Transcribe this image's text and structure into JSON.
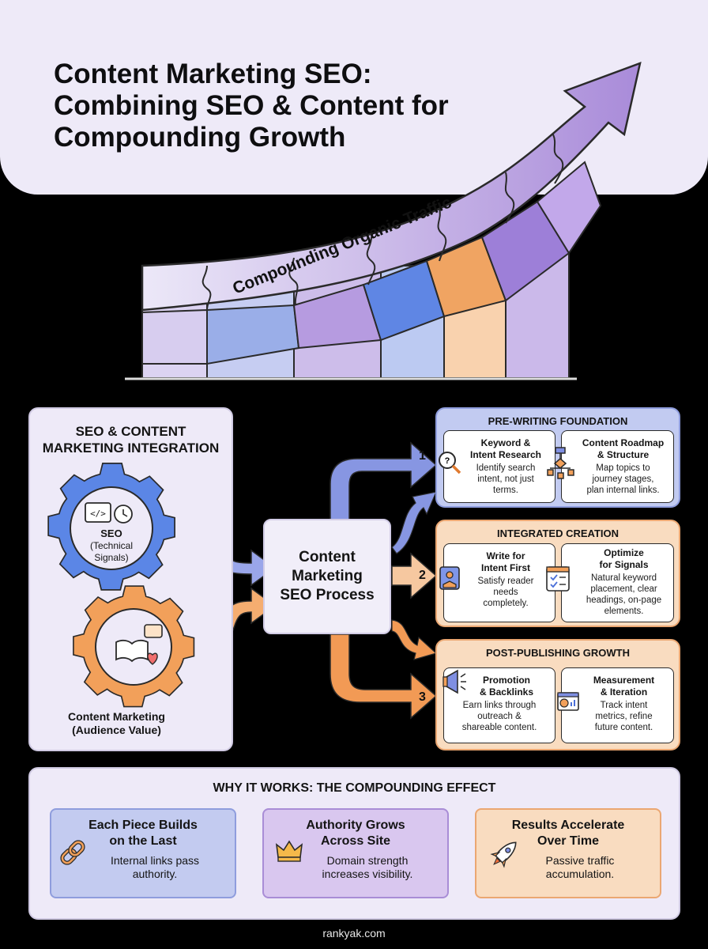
{
  "header": {
    "title_line1": "Content Marketing SEO:",
    "title_line2": "Combining SEO & Content for",
    "title_line3": "Compounding Growth"
  },
  "hero": {
    "arrow_label": "Compounding Organic Traffic"
  },
  "integration": {
    "title_line1": "SEO & CONTENT",
    "title_line2": "MARKETING INTEGRATION",
    "seo_label": "SEO",
    "seo_sub_line1": "(Technical",
    "seo_sub_line2": "Signals)",
    "content_label_line1": "Content Marketing",
    "content_label_line2": "(Audience Value)"
  },
  "process": {
    "center_line1": "Content",
    "center_line2": "Marketing",
    "center_line3": "SEO Process",
    "step1": "1",
    "step2": "2",
    "step3": "3"
  },
  "stages": [
    {
      "title": "PRE-WRITING FOUNDATION",
      "cards": [
        {
          "title1": "Keyword &",
          "title2": "Intent Research",
          "text1": "Identify search",
          "text2": "intent, not just",
          "text3": "terms."
        },
        {
          "title1": "Content Roadmap",
          "title2": "& Structure",
          "text1": "Map topics to",
          "text2": "journey stages,",
          "text3": "plan internal links."
        }
      ]
    },
    {
      "title": "INTEGRATED CREATION",
      "cards": [
        {
          "title1": "Write for",
          "title2": "Intent First",
          "text1": "Satisfy reader",
          "text2": "needs",
          "text3": "completely."
        },
        {
          "title1": "Optimize",
          "title2": "for Signals",
          "text1": "Natural keyword",
          "text2": "placement, clear",
          "text3": "headings, on-page",
          "text4": "elements."
        }
      ]
    },
    {
      "title": "POST-PUBLISHING GROWTH",
      "cards": [
        {
          "title1": "Promotion",
          "title2": "& Backlinks",
          "text1": "Earn links through",
          "text2": "outreach &",
          "text3": "shareable content."
        },
        {
          "title1": "Measurement",
          "title2": "& Iteration",
          "text1": "Track intent",
          "text2": "metrics, refine",
          "text3": "future content."
        }
      ]
    }
  ],
  "why": {
    "title": "WHY IT WORKS: THE COMPOUNDING EFFECT",
    "benefits": [
      {
        "title1": "Each Piece Builds",
        "title2": "on the Last",
        "text1": "Internal links pass",
        "text2": "authority.",
        "bg": "#c3cbf0",
        "border": "#8f9ddd"
      },
      {
        "title1": "Authority Grows",
        "title2": "Across Site",
        "text1": "Domain strength",
        "text2": "increases visibility.",
        "bg": "#d9c7ef",
        "border": "#a98dd6"
      },
      {
        "title1": "Results Accelerate",
        "title2": "Over Time",
        "text1": "Passive traffic",
        "text2": "accumulation.",
        "bg": "#f9dcc0",
        "border": "#eba772"
      }
    ]
  },
  "footer": {
    "text": "rankyak.com"
  },
  "colors": {
    "lavender": "#eeeaf8",
    "blue": "#6f8ee6",
    "purple": "#a98dd6",
    "orange": "#f2a35e"
  }
}
